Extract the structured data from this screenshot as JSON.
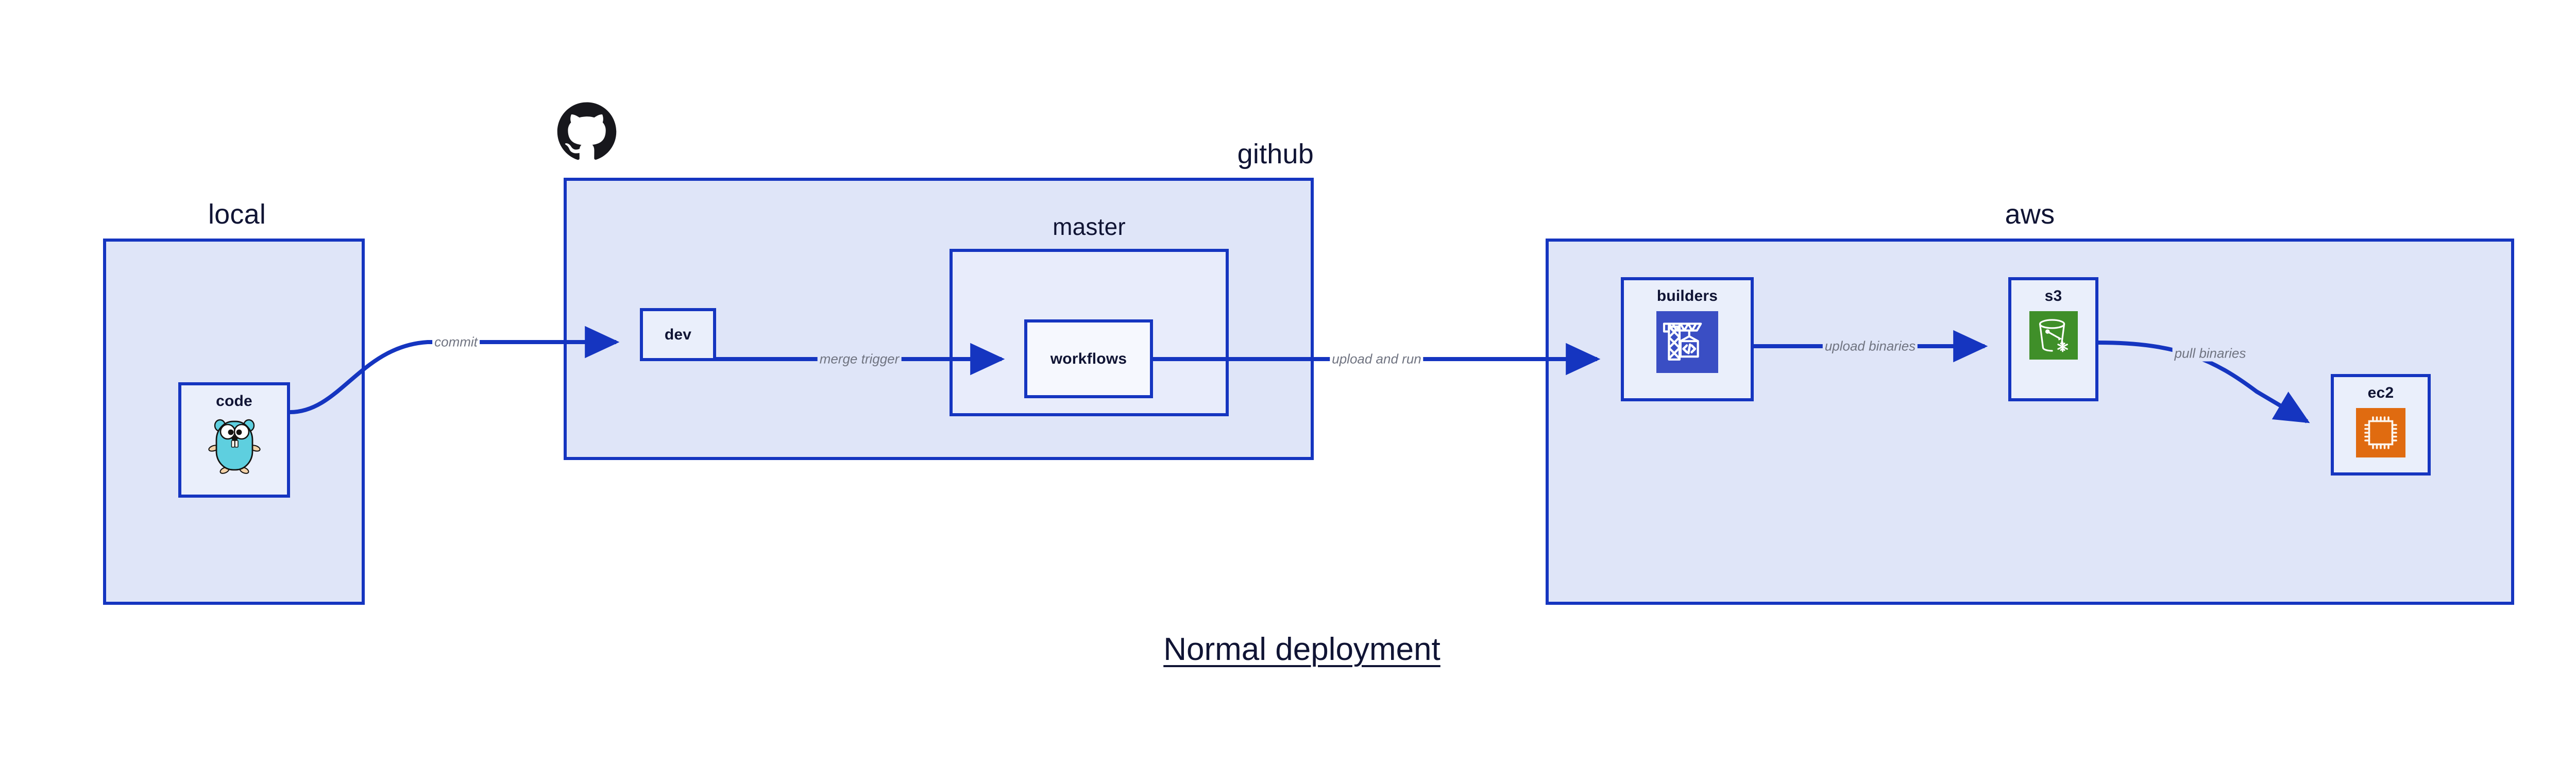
{
  "diagram": {
    "title": "Normal deployment",
    "colors": {
      "border": "#1535c0",
      "group_fill": "#dfe5f8",
      "subgroup_fill": "#e8ecfb",
      "node_fill": "#eaeffb",
      "node_fill_white": "#f6f8fe",
      "edge": "#1535c0",
      "edge_label": "#707481",
      "text": "#101434",
      "builders_icon": "#3a4ec4",
      "s3_icon": "#3f8f29",
      "ec2_icon": "#e06b10",
      "gopher_body": "#5ecfdf",
      "gopher_limb": "#f3d2a8",
      "octocat": "#17171c"
    }
  },
  "groups": [
    {
      "id": "local",
      "label": "local",
      "label_align": "center"
    },
    {
      "id": "github",
      "label": "github",
      "label_align": "right"
    },
    {
      "id": "aws",
      "label": "aws",
      "label_align": "center"
    }
  ],
  "subgroups": [
    {
      "id": "master",
      "parent": "github",
      "label": "master",
      "label_align": "center"
    }
  ],
  "nodes": [
    {
      "id": "code",
      "label": "code",
      "parent": "local",
      "icon": "go-gopher-icon"
    },
    {
      "id": "dev",
      "label": "dev",
      "parent": "github",
      "icon": null
    },
    {
      "id": "workflows",
      "label": "workflows",
      "parent": "master",
      "icon": null
    },
    {
      "id": "builders",
      "label": "builders",
      "parent": "aws",
      "icon": "aws-builders-crane-icon"
    },
    {
      "id": "s3",
      "label": "s3",
      "parent": "aws",
      "icon": "aws-s3-bucket-icon"
    },
    {
      "id": "ec2",
      "label": "ec2",
      "parent": "aws",
      "icon": "aws-ec2-chip-icon"
    }
  ],
  "edges": [
    {
      "id": "commit",
      "from": "code",
      "to": "dev",
      "label": "commit",
      "style": "curved"
    },
    {
      "id": "merge-trigger",
      "from": "dev",
      "to": "workflows",
      "label": "merge trigger",
      "style": "straight"
    },
    {
      "id": "upload-and-run",
      "from": "workflows",
      "to": "builders",
      "label": "upload and run",
      "style": "straight"
    },
    {
      "id": "upload-binaries",
      "from": "builders",
      "to": "s3",
      "label": "upload binaries",
      "style": "straight"
    },
    {
      "id": "pull-binaries",
      "from": "s3",
      "to": "ec2",
      "label": "pull binaries",
      "style": "curved"
    }
  ],
  "logos": [
    {
      "id": "github-octocat",
      "name": "github-octocat-logo"
    }
  ]
}
